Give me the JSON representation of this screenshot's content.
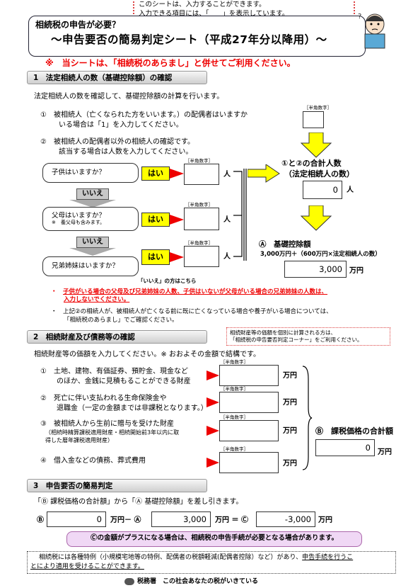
{
  "notice": {
    "line1": "このシートは、入力することができます。",
    "line2": "入力できる項目には、「　　」を表示しています。"
  },
  "header": {
    "question": "相続税の申告が必要？",
    "title": "～申告要否の簡易判定シート（平成27年分以降用）～",
    "warning": "※　当シートは、「相続税のあらまし」と併せてご利用ください。"
  },
  "sec1": {
    "title": "1　法定相続人の数（基礎控除額）の確認",
    "intro": "法定相続人の数を確認して、基礎控除額の計算を行います。",
    "item1_line1": "①　被相続人（亡くなられた方をいいます。）の配偶者はいますか",
    "item1_line2": "いる場合は「1」を入力してください。",
    "item2_line1": "②　被相続人の配偶者以外の相続人の確認です。",
    "item2_line2": "該当する場合は人数を入力してください。",
    "halfwidth": "［半角数字］",
    "q_children": "子供はいますか？",
    "q_parents": "父母はいますか？",
    "q_parents_note": "※　養父母も含みます。",
    "q_siblings": "兄弟姉妹はいますか？",
    "yes": "はい",
    "no": "いいえ",
    "unit_person": "人",
    "no_link": "「いいえ」の方はこちら",
    "sum_title": "①と②の合計人数",
    "sum_sub": "（法定相続人の数）",
    "sum_value": "0",
    "deduct_title": "Ⓐ　基礎控除額",
    "deduct_formula": "3,000万円＋（600万円×法定相続人の数）",
    "deduct_value": "3,000",
    "unit_man": "万円",
    "note1_line1": "子供がいる場合の父母及び兄弟姉妹の人数、子供はいないが父母がいる場合の兄弟姉妹の人数は、",
    "note1_line2": "入力しないでください。",
    "note2_line1": "上記②の相続人が、被相続人が亡くなる前に既に亡くなっている場合や養子がいる場合については、",
    "note2_line2": "「相続税のあらまし」でご確認ください。"
  },
  "sec2": {
    "title": "2　相続財産及び債務等の確認",
    "side_note_line1": "相続財産等の価額を個別に計算される方は、",
    "side_note_line2": "「相続税の申告要否判定コーナー」をご利用ください。",
    "intro": "相続財産等の価額を入力してください。※ おおよその金額で結構です。",
    "item1_line1": "①　土地、建物、有価証券、預貯金、現金など",
    "item1_line2": "のほか、金銭に見積もることができる財産",
    "item2_line1": "②　死亡に伴い支払われる生命保険金や",
    "item2_line2": "退職金（一定の金額までは非課税となります。）",
    "item3_line1": "③　被相続人から生前に贈与を受けた財産",
    "item3_line2": "（相続時精算課税適用財産・相続開始前3年以内に取",
    "item3_line3": "得した暦年課税適用財産）",
    "item4": "④　借入金などの債務、葬式費用",
    "total_title": "Ⓑ　課税価格の合計額",
    "total_value": "0"
  },
  "sec3": {
    "title": "3　申告要否の簡易判定",
    "intro": "「Ⓑ 課税価格の合計額」から「Ⓐ 基礎控除額」を差し引きます。",
    "b_label": "Ⓑ",
    "b_value": "0",
    "minus": "万円－ Ⓐ",
    "a_value": "3,000",
    "equals": "万円 ＝ Ⓒ",
    "c_value": "-3,000",
    "c_unit": "万円",
    "result": "Ⓒの金額がプラスになる場合は、相続税の申告手続が必要となる場合があります。",
    "footer_line1a": "相続税には各種特例（小規模宅地等の特例、配偶者の税額軽減(配偶者控除）など）があり、",
    "footer_line1b": "申告手続を行うこ",
    "footer_line2": "とにより適用を受けることができます。",
    "agency": "税務署　この社会あなたの税がいきている"
  }
}
